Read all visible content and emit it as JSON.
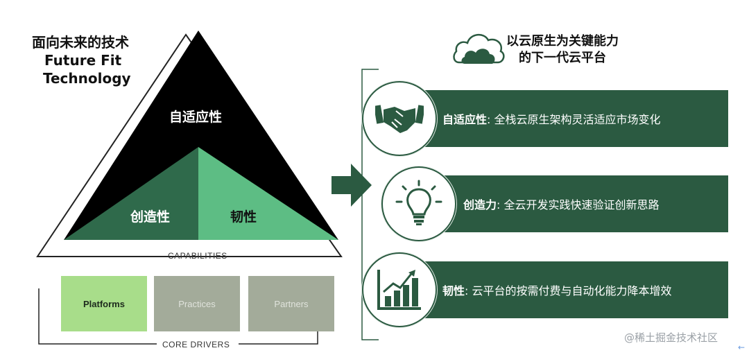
{
  "left": {
    "title_lines": [
      "面向未来的技术",
      "Future Fit",
      "Technology"
    ],
    "triangle": {
      "top": "自适应性",
      "bottom_left": "创造性",
      "bottom_right": "韧性"
    },
    "capabilities_label": "CAPABILITIES",
    "core_drivers_label": "CORE DRIVERS",
    "drivers": [
      {
        "label": "Platforms",
        "active": true
      },
      {
        "label": "Practices",
        "active": false
      },
      {
        "label": "Partners",
        "active": false
      }
    ]
  },
  "right": {
    "title_lines": [
      "以云原生为关键能力",
      "的下一代云平台"
    ],
    "items": [
      {
        "label": "自适应性",
        "text": ": 全栈云原生架构灵活适应市场变化",
        "icon": "handshake-icon"
      },
      {
        "label": "创造力",
        "text": ": 全云开发实践快速验证创新思路",
        "icon": "lightbulb-icon"
      },
      {
        "label": "韧性",
        "text": ": 云平台的按需付费与自动化能力降本增效",
        "icon": "growth-chart-icon"
      }
    ]
  },
  "watermark": "@稀土掘金技术社区",
  "colors": {
    "dark_green": "#2b5a41",
    "mid_green": "#2f6a4b",
    "light_green": "#5dbd84",
    "black": "#000000",
    "platform_green": "#a8dd8a",
    "driver_gray": "#a3ab9a"
  }
}
